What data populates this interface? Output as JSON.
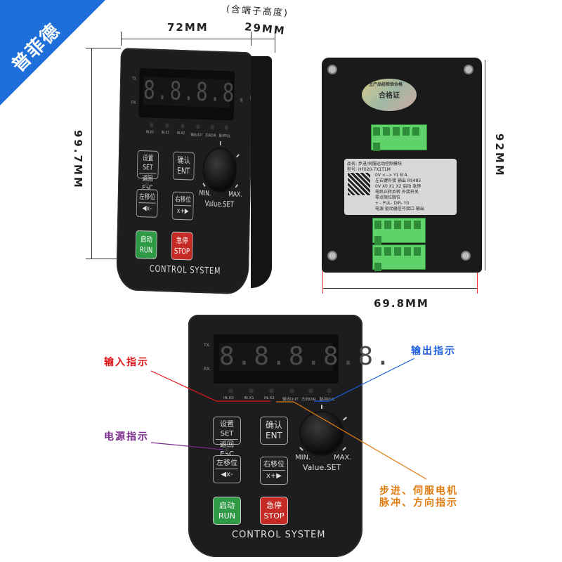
{
  "brand": {
    "text": "普菲德",
    "color": "#1e6fd9"
  },
  "dimensions": {
    "width_front": "72MM",
    "depth_note": "(含端子高度)",
    "depth": "29MM",
    "height_front": "99.7MM",
    "height_back": "92MM",
    "width_back": "69.8MM"
  },
  "panel": {
    "display": "8.8.8.8.8.",
    "tx": "TX.",
    "rx": "RX.",
    "leds": [
      "IN.X0",
      "IN.X1",
      "IN.X2",
      "输出OUT",
      "方向DIR",
      "脉冲PUL"
    ],
    "buttons": {
      "set_cn": "设置SET",
      "set_esc": "返回ESC",
      "ent_cn": "确认",
      "ent": "ENT",
      "left_cn": "左移位",
      "left": "◀x-",
      "right_cn": "右移位",
      "right": "x+▶",
      "run_cn": "启动",
      "run": "RUN",
      "stop_cn": "急停",
      "stop": "STOP"
    },
    "knob": {
      "min": "MIN.",
      "max": "MAX.",
      "label": "Value.SET"
    },
    "footer": "CONTROL SYSTEM"
  },
  "back": {
    "seal_text": "合格证",
    "seal_top": "生产品经检验合格",
    "label_name": "品名: 步进/伺服运动控制模块",
    "label_model": "型号: HF020-7X1T1M",
    "label_rows": [
      "0V <--> Y1 B A",
      "左右键外接 输出 RS485",
      "0V X0 X1 X2 启动 急停",
      "电机正转反转 外接开关",
      "零点限位限位",
      "+ - PUL- DIR- Y0",
      "电源 驱动器信号接口 输出"
    ]
  },
  "annotations": {
    "input": {
      "text": "输入指示",
      "color": "#e0151b"
    },
    "power": {
      "text": "电源指示",
      "color": "#7a2a8c"
    },
    "output": {
      "text": "输出指示",
      "color": "#1e5fe0"
    },
    "motor_line1": {
      "text": "步进、伺服电机",
      "color": "#e07b10"
    },
    "motor_line2": {
      "text": "脉冲、方向指示",
      "color": "#e07b10"
    }
  }
}
